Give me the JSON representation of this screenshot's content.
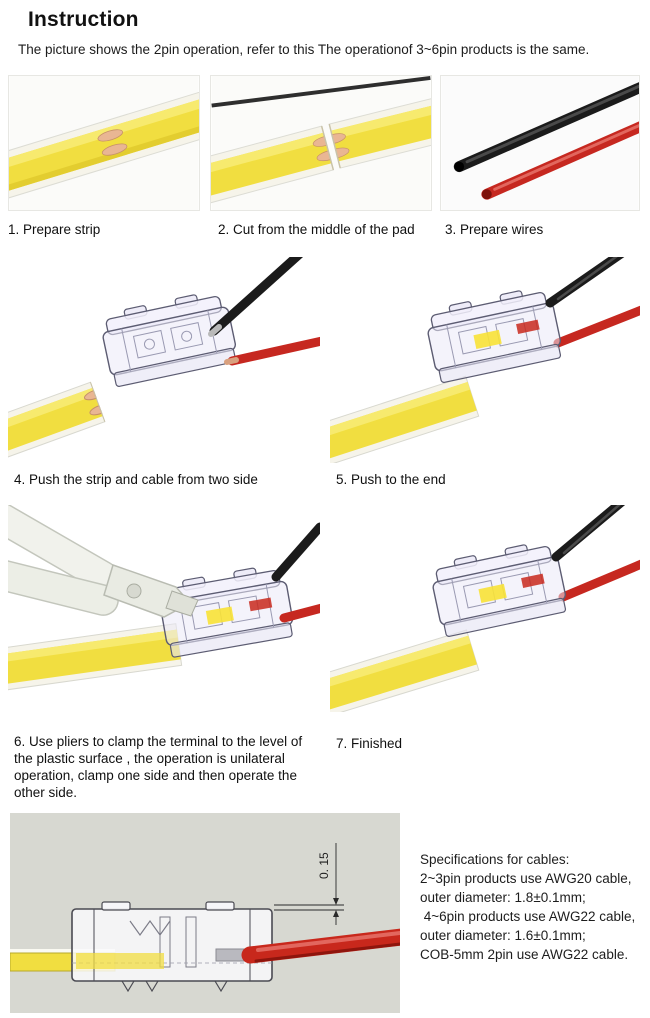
{
  "page": {
    "title": "Instruction",
    "subtitle": "The picture shows the 2pin operation, refer to this The operationof 3~6pin products is the same."
  },
  "steps": [
    {
      "caption": "1. Prepare strip",
      "image": "led-strip-photo"
    },
    {
      "caption": "2. Cut from the middle of the pad",
      "image": "strip-cut-photo"
    },
    {
      "caption": "3. Prepare wires",
      "image": "wires-photo"
    },
    {
      "caption": "4. Push the strip and cable from two side",
      "image": "connector-insert-photo"
    },
    {
      "caption": "5. Push to the end",
      "image": "connector-pushed-photo"
    },
    {
      "caption": "6. Use pliers to clamp the terminal to the level of the plastic surface , the operation is unilateral operation, clamp one side and then operate the other side.",
      "image": "pliers-clamp-photo"
    },
    {
      "caption": "7. Finished",
      "image": "finished-photo"
    }
  ],
  "technical_drawing": {
    "dimension_label": "0. 15"
  },
  "specifications": {
    "lines": [
      "Specifications for cables:",
      "2~3pin products use AWG20 cable,",
      "outer diameter: 1.8±0.1mm;",
      " 4~6pin products use AWG22 cable,",
      "outer diameter: 1.6±0.1mm;",
      "COB-5mm 2pin use AWG22 cable."
    ]
  },
  "colors": {
    "strip_yellow": "#f1de40",
    "pad_copper": "#e9b693",
    "wire_red": "#c62820",
    "wire_black": "#1b1b1b",
    "drawing_background": "#d7d8d1"
  }
}
